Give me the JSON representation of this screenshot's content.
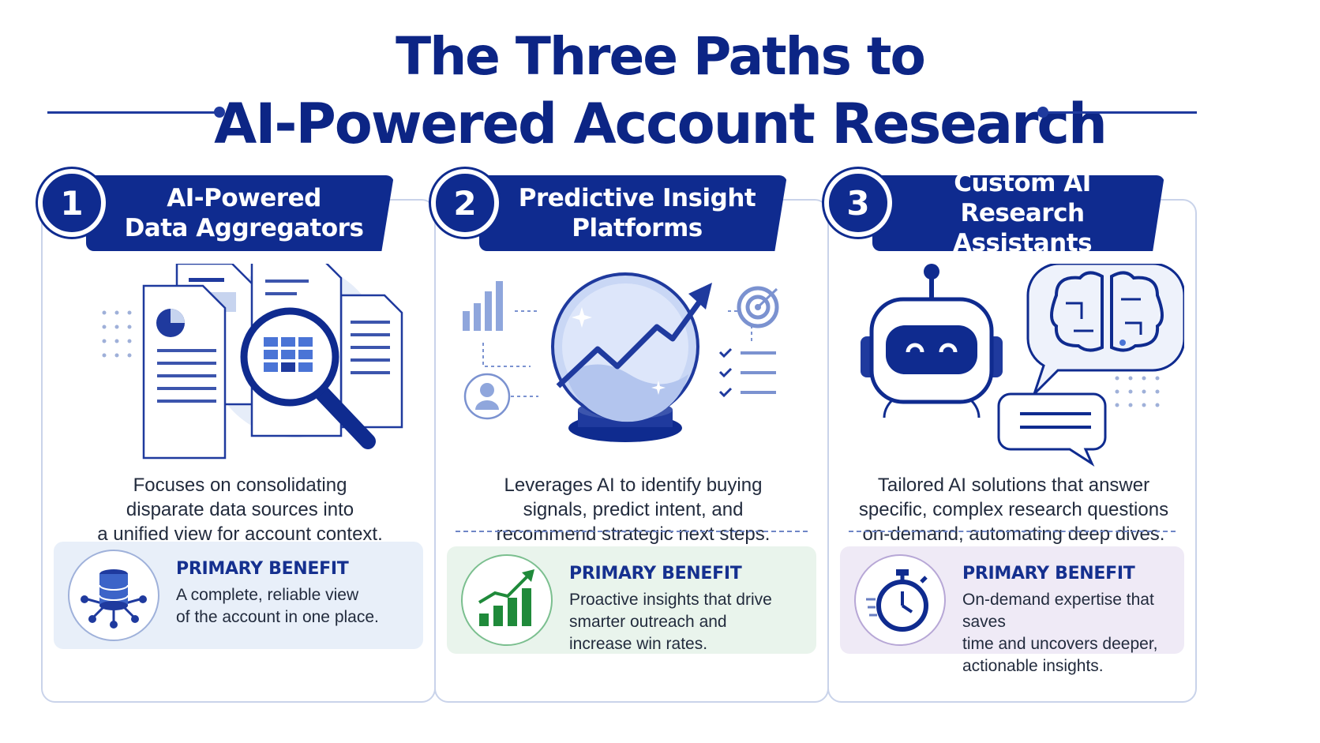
{
  "title": {
    "line1": "The Three Paths to",
    "line2": "AI-Powered Account Research"
  },
  "colors": {
    "navy": "#0f2b8f",
    "title": "#0c2585",
    "benefit1_bg": "#e8eff9",
    "benefit2_bg": "#e9f4ec",
    "benefit3_bg": "#efeaf6",
    "green": "#1f8a3a"
  },
  "cards": [
    {
      "number": "1",
      "heading_line1": "AI-Powered",
      "heading_line2": "Data Aggregators",
      "description_line1": "Focuses on consolidating",
      "description_line2": "disparate data sources into",
      "description_line3": "a unified view for account context.",
      "benefit_title": "PRIMARY BENEFIT",
      "benefit_line1": "A complete, reliable view",
      "benefit_line2": "of the account in one place.",
      "benefit_line3": "",
      "illustration_icon": "documents-magnifier-icon",
      "benefit_icon": "database-network-icon"
    },
    {
      "number": "2",
      "heading_line1": "Predictive Insight",
      "heading_line2": "Platforms",
      "description_line1": "Leverages AI to identify buying",
      "description_line2": "signals, predict intent, and",
      "description_line3": "recommend strategic next steps.",
      "benefit_title": "PRIMARY BENEFIT",
      "benefit_line1": "Proactive insights that drive",
      "benefit_line2": "smarter outreach and",
      "benefit_line3": "increase win rates.",
      "illustration_icon": "crystal-ball-trend-icon",
      "benefit_icon": "growth-chart-icon"
    },
    {
      "number": "3",
      "heading_line1": "Custom AI",
      "heading_line2": "Research Assistants",
      "description_line1": "Tailored AI solutions that answer",
      "description_line2": "specific, complex research questions",
      "description_line3": "on-demand, automating deep dives.",
      "benefit_title": "PRIMARY BENEFIT",
      "benefit_line1": "On-demand expertise that saves",
      "benefit_line2": "time and uncovers deeper,",
      "benefit_line3": "actionable insights.",
      "illustration_icon": "robot-brain-icon",
      "benefit_icon": "stopwatch-icon"
    }
  ]
}
